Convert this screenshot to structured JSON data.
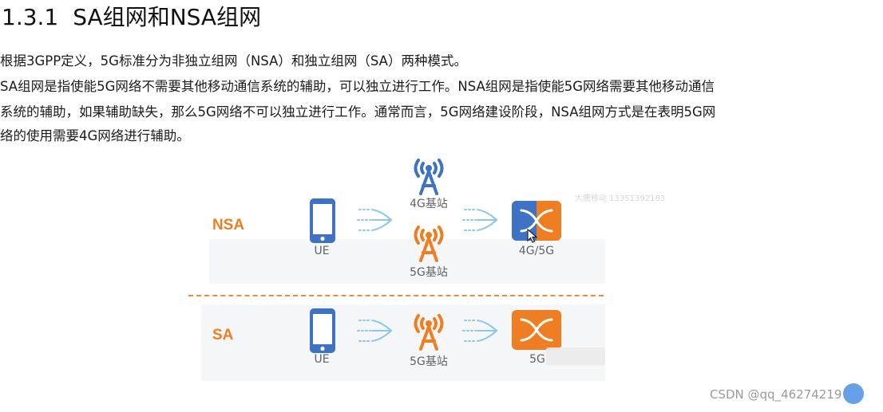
{
  "heading": {
    "number": "1.3.1",
    "title": "SA组网和NSA组网"
  },
  "paragraphs": [
    "根据3GPP定义，5G标准分为非独立组网（NSA）和独立组网（SA）两种模式。",
    "SA组网是指使能5G网络不需要其他移动通信系统的辅助，可以独立进行工作。NSA组网是指使能5G网络需要其他移动通信",
    "系统的辅助，如果辅助缺失，那么5G网络不可以独立进行工作。通常而言，5G网络建设阶段，NSA组网方式是在表明5G网",
    "络的使用需要4G网络进行辅助。"
  ],
  "diagram": {
    "nsa": {
      "label": "NSA",
      "ue_label": "UE",
      "station_4g_label": "4G基站",
      "station_5g_label": "5G基站",
      "core_label": "4G/5G"
    },
    "sa": {
      "label": "SA",
      "ue_label": "UE",
      "station_5g_label": "5G基站",
      "core_label": "5G"
    },
    "watermark": "大唐移动 13351392183"
  },
  "footer": {
    "credit": "CSDN @qq_46274219"
  },
  "colors": {
    "accent_orange": "#ef7d22",
    "accent_blue": "#3e72c4",
    "band_gray": "#f5f6f8"
  },
  "icons": [
    "phone-icon",
    "signal-arrows-icon",
    "antenna-tower-icon",
    "core-switch-icon",
    "mouse-cursor-icon"
  ]
}
